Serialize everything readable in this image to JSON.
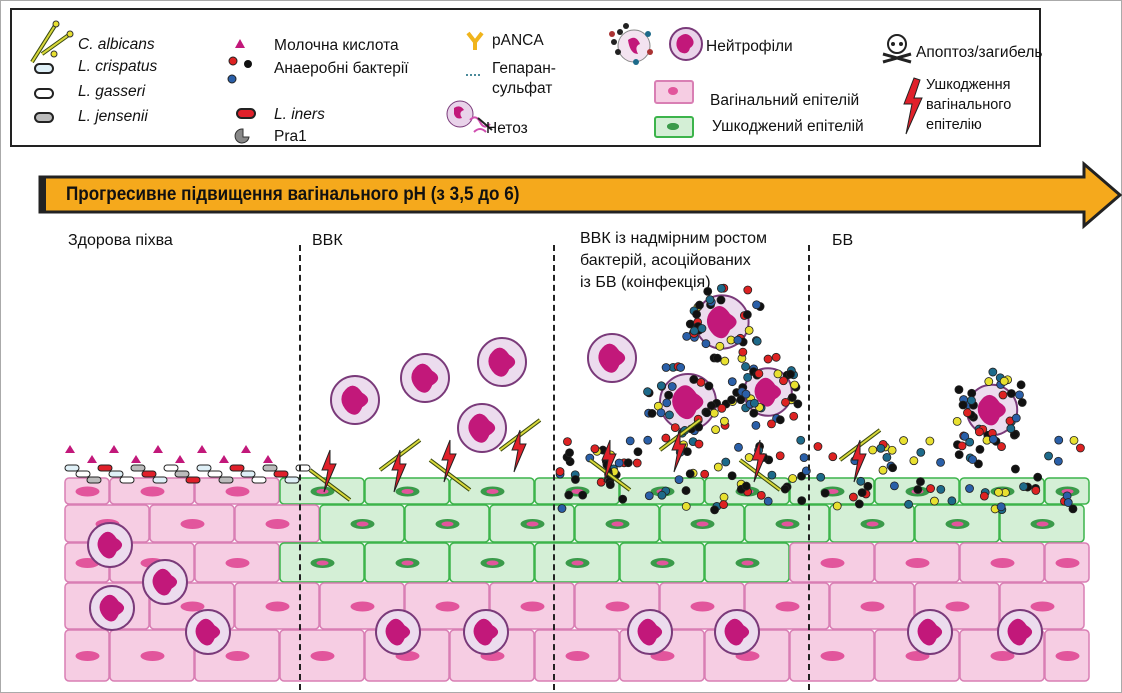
{
  "legend": {
    "items": [
      {
        "label": "C. albicans",
        "icon": "candida-hyphae-icon"
      },
      {
        "label": "L. crispatus",
        "icon": "rod-bacterium-light-blue-icon"
      },
      {
        "label": "L. gasseri",
        "icon": "rod-bacterium-white-icon"
      },
      {
        "label": "L. jensenii",
        "icon": "rod-bacterium-grey-icon"
      },
      {
        "label": "Молочна кислота",
        "icon": "pink-triangle-icon"
      },
      {
        "label": "Анаеробні бактерії",
        "icon": "cocci-dots-icon"
      },
      {
        "label": "L. iners",
        "icon": "rod-bacterium-red-icon"
      },
      {
        "label": "Pra1",
        "icon": "pra1-crescent-icon"
      },
      {
        "label": "pANCA",
        "icon": "antibody-icon"
      },
      {
        "label": "Гепаран-\nсульфат",
        "label_line1": "Гепаран-",
        "label_line2": "сульфат",
        "icon": "dotted-line-icon"
      },
      {
        "label": "Нетоз",
        "icon": "netosis-icon"
      },
      {
        "label": "Нейтрофіли",
        "icon": "neutrophil-icon"
      },
      {
        "label": "Вагінальний епітелій",
        "icon": "pink-cell-icon"
      },
      {
        "label": "Ушкоджений епітелій",
        "icon": "green-cell-icon"
      },
      {
        "label": "Апоптоз/загибель",
        "icon": "skull-icon"
      },
      {
        "label": "Ушкодження вагінального епітелію",
        "label_line1": "Ушкодження",
        "label_line2": "вагінального",
        "label_line3": "епітелію",
        "icon": "lightning-icon"
      }
    ]
  },
  "arrow": {
    "label": "Прогресивне підвищення вагінального pH (з 3,5 до 6)",
    "color": "#f5a91c"
  },
  "sections": [
    {
      "label": "Здорова піхва"
    },
    {
      "label": "ВВК"
    },
    {
      "label_line1": "ВВК із надмірним ростом",
      "label_line2": "бактерій, асоційованих",
      "label_line3": "із БВ (коінфекція)"
    },
    {
      "label": "БВ"
    }
  ],
  "colors": {
    "healthy_cell": "#f6cde3",
    "healthy_border": "#d97fb4",
    "damaged_cell": "#d4efd6",
    "damaged_border": "#3cb44b",
    "neutrophil": "#c2187a",
    "nucleus": "#e26aa8"
  }
}
